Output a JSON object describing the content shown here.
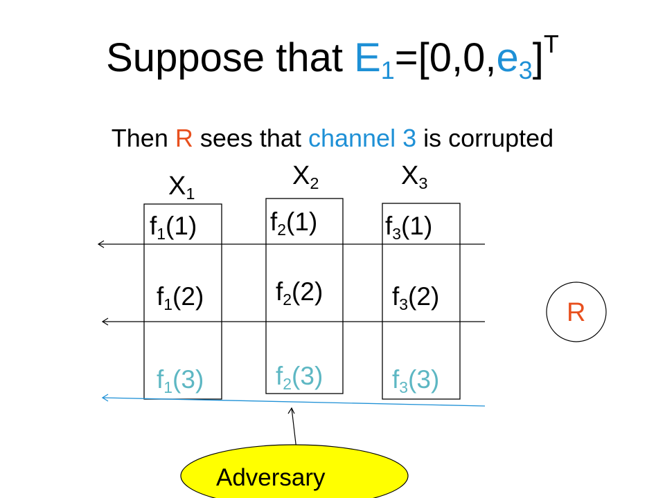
{
  "title": {
    "prefix": "Suppose that ",
    "e_letter": "E",
    "e_index": "1",
    "equals_open": "=[0,0,",
    "e3_letter": "e",
    "e3_index": "3",
    "close": "]",
    "superscript": "T"
  },
  "subtitle": {
    "part1": "Then ",
    "receiver": "R",
    "part2": " sees that ",
    "channel": "channel 3",
    "part3": " is corrupted"
  },
  "columns": [
    {
      "var_letter": "X",
      "var_index": "1",
      "cells": [
        {
          "f": "f",
          "idx": "1",
          "arg": "(1)"
        },
        {
          "f": "f",
          "idx": "1",
          "arg": "(2)"
        },
        {
          "f": "f",
          "idx": "1",
          "arg": "(3)"
        }
      ]
    },
    {
      "var_letter": "X",
      "var_index": "2",
      "cells": [
        {
          "f": "f",
          "idx": "2",
          "arg": "(1)"
        },
        {
          "f": "f",
          "idx": "2",
          "arg": "(2)"
        },
        {
          "f": "f",
          "idx": "2",
          "arg": "(3)"
        }
      ]
    },
    {
      "var_letter": "X",
      "var_index": "3",
      "cells": [
        {
          "f": "f",
          "idx": "3",
          "arg": "(1)"
        },
        {
          "f": "f",
          "idx": "3",
          "arg": "(2)"
        },
        {
          "f": "f",
          "idx": "3",
          "arg": "(3)"
        }
      ]
    }
  ],
  "receiver_label": "R",
  "adversary_label": "Adversary",
  "colors": {
    "accent_blue": "#1E90D6",
    "receiver_red": "#E8501E",
    "corrupted_teal": "#5DB7C3",
    "adversary_fill": "#FFFF00"
  }
}
